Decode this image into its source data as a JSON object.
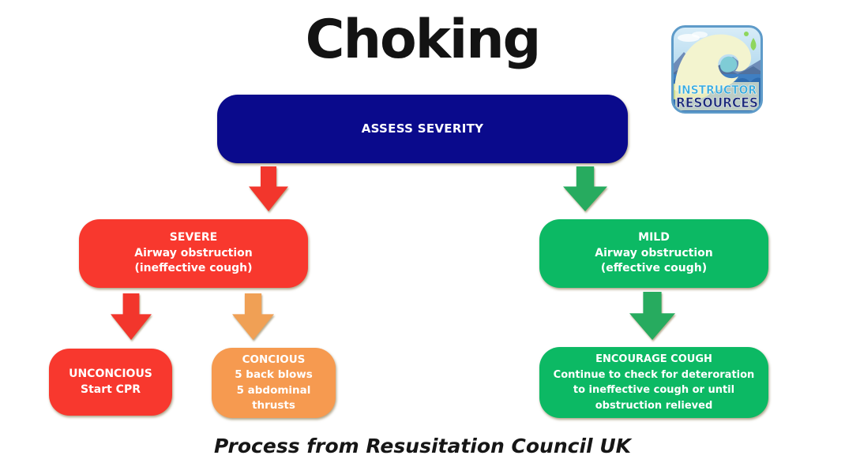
{
  "page": {
    "title": "Choking",
    "caption": "Process from Resusitation Council UK"
  },
  "logo": {
    "line1": "INSTRUCTOR",
    "line2": "RESOURCES"
  },
  "colors": {
    "navy": "#0a0a8c",
    "red": "#f8382e",
    "green": "#0cb964",
    "orange": "#f69a50",
    "arrow_red": "#f2362c",
    "arrow_green": "#27ab5f",
    "arrow_orange": "#f0a055",
    "box_text": "#ffffff",
    "title_text": "#131313",
    "logo_line1_color": "#35aade",
    "logo_line2_color": "#1c2b7a"
  },
  "boxes": {
    "assess": {
      "label": "ASSESS SEVERITY"
    },
    "severe": {
      "heading": "SEVERE",
      "line1": "Airway obstruction",
      "line2": "(ineffective cough)"
    },
    "mild": {
      "heading": "MILD",
      "line1": "Airway obstruction",
      "line2": "(effective cough)"
    },
    "unconcious": {
      "heading": "UNCONCIOUS",
      "line1": "Start CPR"
    },
    "concious": {
      "heading": "CONCIOUS",
      "line1": "5 back blows",
      "line2": "5 abdominal thrusts"
    },
    "encourage": {
      "heading": "ENCOURAGE COUGH",
      "body": "Continue to check for deteroration to ineffective cough or until obstruction relieved"
    }
  }
}
